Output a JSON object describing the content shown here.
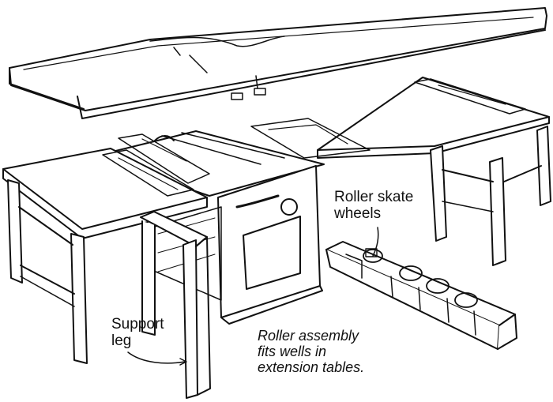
{
  "diagram": {
    "labels": {
      "roller_skate_wheels": "Roller skate\nwheels",
      "support_leg": "Support\nleg",
      "caption": "Roller assembly\nfits wells in\nextension tables."
    },
    "colors": {
      "ink": "#111111",
      "paper": "#ffffff"
    }
  }
}
